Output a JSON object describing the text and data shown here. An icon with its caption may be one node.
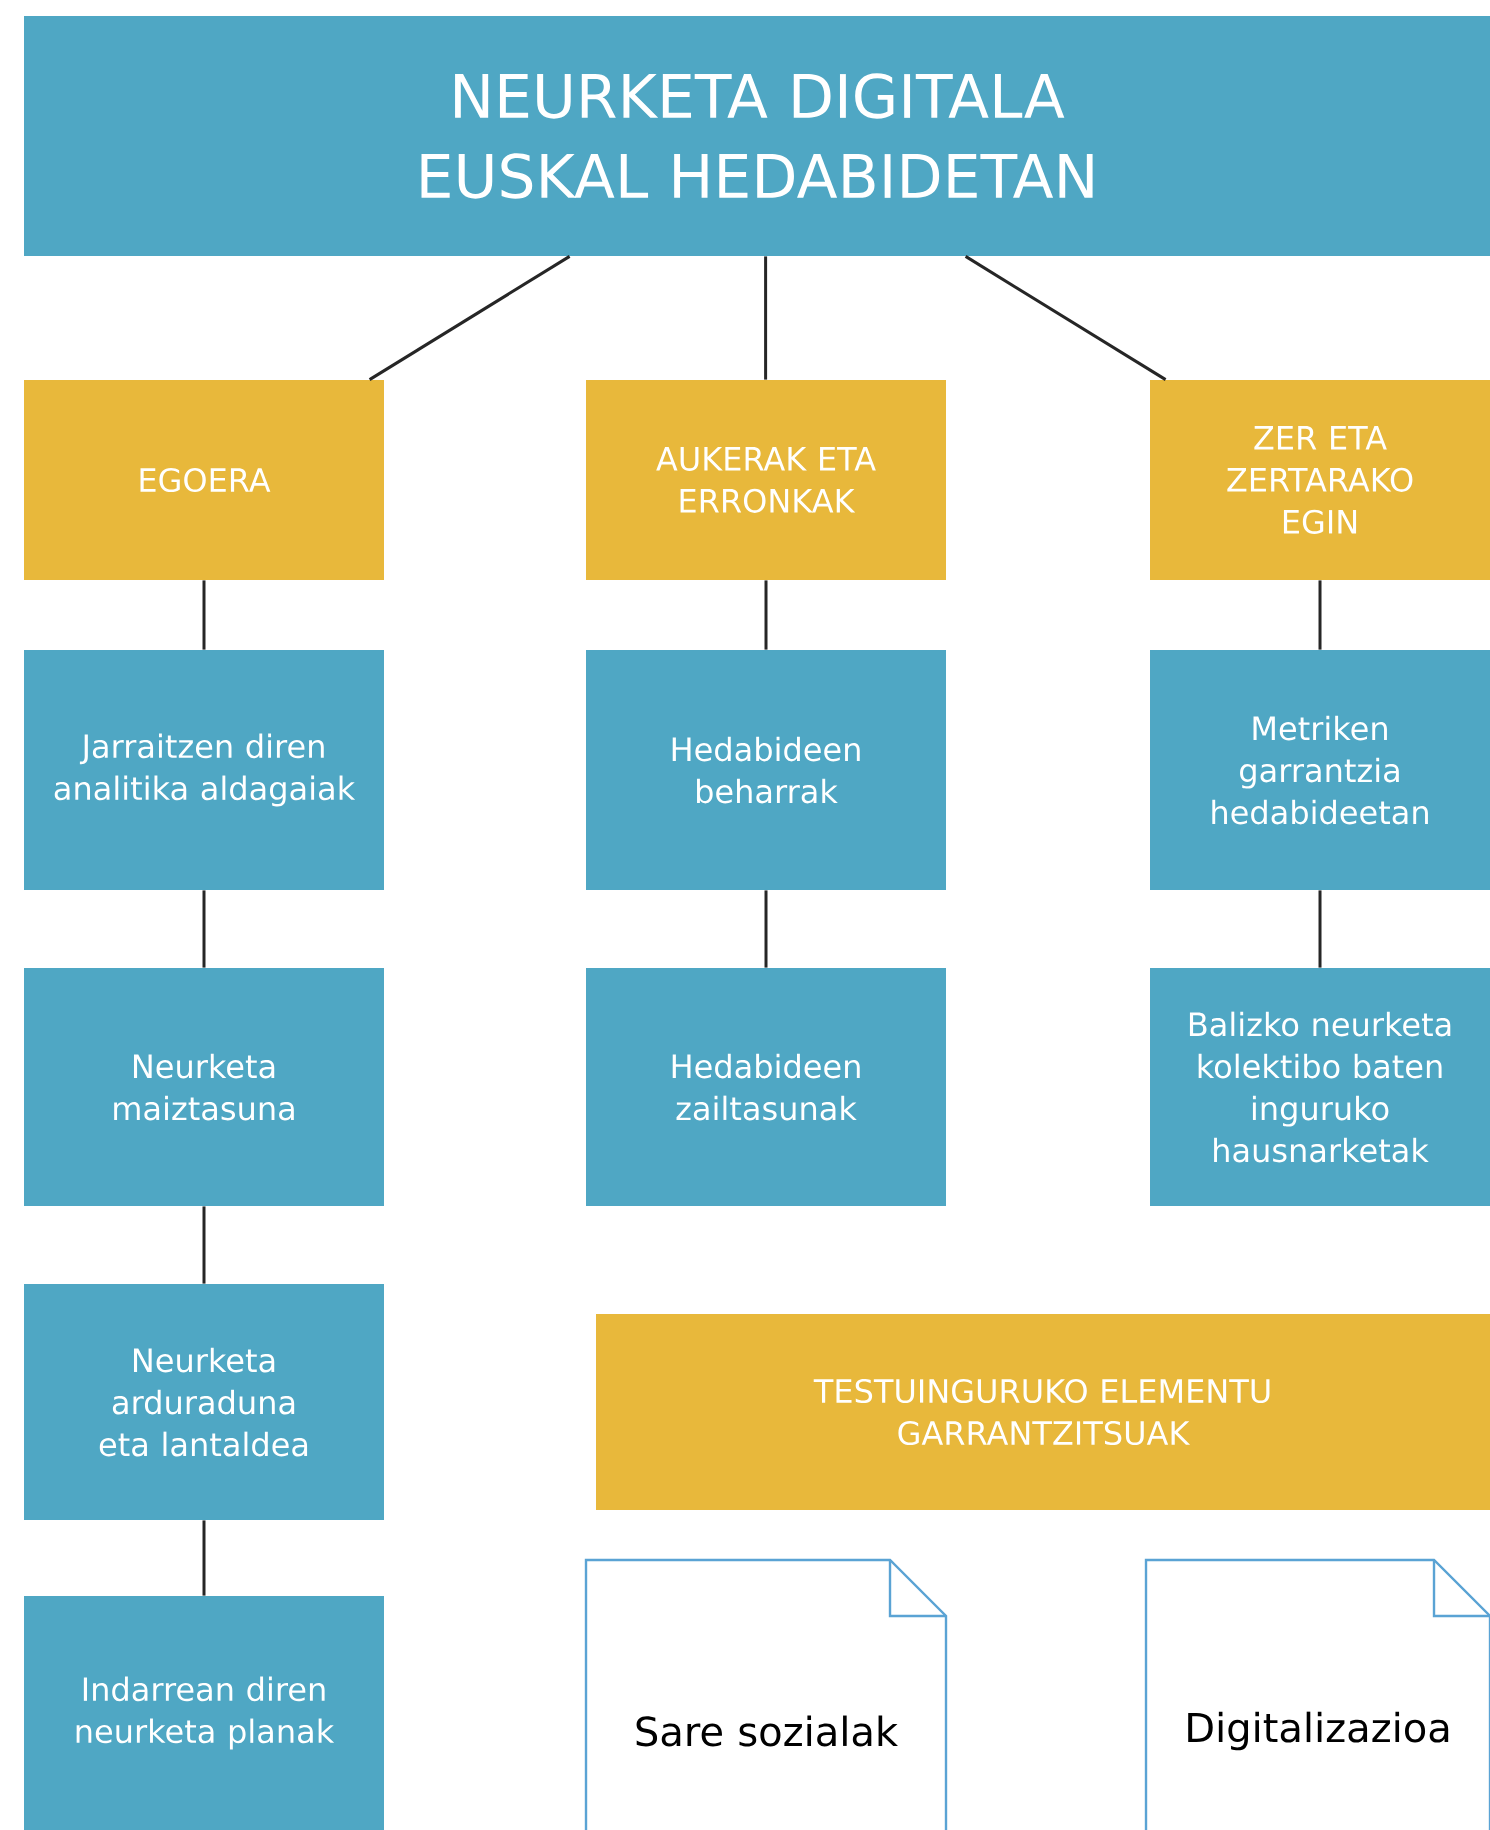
{
  "diagram": {
    "nodes": [
      {
        "text": [
          "NEURKETA DIGITALA EUSKAL HEDABIDETAN"
        ]
      },
      {
        "text": [
          "EGOERA"
        ]
      },
      {
        "text": [
          "AUKERAK ETA ERRONKAK"
        ]
      },
      {
        "text": [
          "ZER ETA ZERTARAKO EGIN"
        ]
      },
      {
        "text": [
          "Jarraitzen diren analitika aldagaiak"
        ]
      },
      {
        "text": [
          "Neurketa maiztasuna"
        ]
      },
      {
        "text": [
          "Neurketa arduraduna eta lantaldea"
        ]
      },
      {
        "text": [
          "Indarrean diren neurketa planak"
        ]
      },
      {
        "text": [
          "Hedabideen beharrak"
        ]
      },
      {
        "text": [
          "Hedabideen zailtasunak"
        ]
      },
      {
        "text": [
          "Metriken garrantzia hedabideetan"
        ]
      },
      {
        "text": [
          "Balizko neurketa kolektibo baten inguruko hausnarketak"
        ]
      },
      {
        "text": [
          "TESTUINGURUKO ELEMENTU GARRANTZITSUAK"
        ]
      },
      {
        "text": [
          "Sare sozialak"
        ]
      },
      {
        "text": [
          "Digitalizazioa"
        ]
      }
    ],
    "edges": [
      {
        "from": 0,
        "to": 1,
        "arrow": "none"
      },
      {
        "from": 0,
        "to": 2,
        "arrow": "none"
      },
      {
        "from": 0,
        "to": 3,
        "arrow": "none"
      },
      {
        "from": 1,
        "to": 4,
        "arrow": "none"
      },
      {
        "from": 4,
        "to": 5,
        "arrow": "none"
      },
      {
        "from": 5,
        "to": 6,
        "arrow": "none"
      },
      {
        "from": 6,
        "to": 7,
        "arrow": "none"
      },
      {
        "from": 2,
        "to": 8,
        "arrow": "none"
      },
      {
        "from": 8,
        "to": 9,
        "arrow": "none"
      },
      {
        "from": 3,
        "to": 10,
        "arrow": "none"
      },
      {
        "from": 10,
        "to": 11,
        "arrow": "none"
      }
    ]
  }
}
